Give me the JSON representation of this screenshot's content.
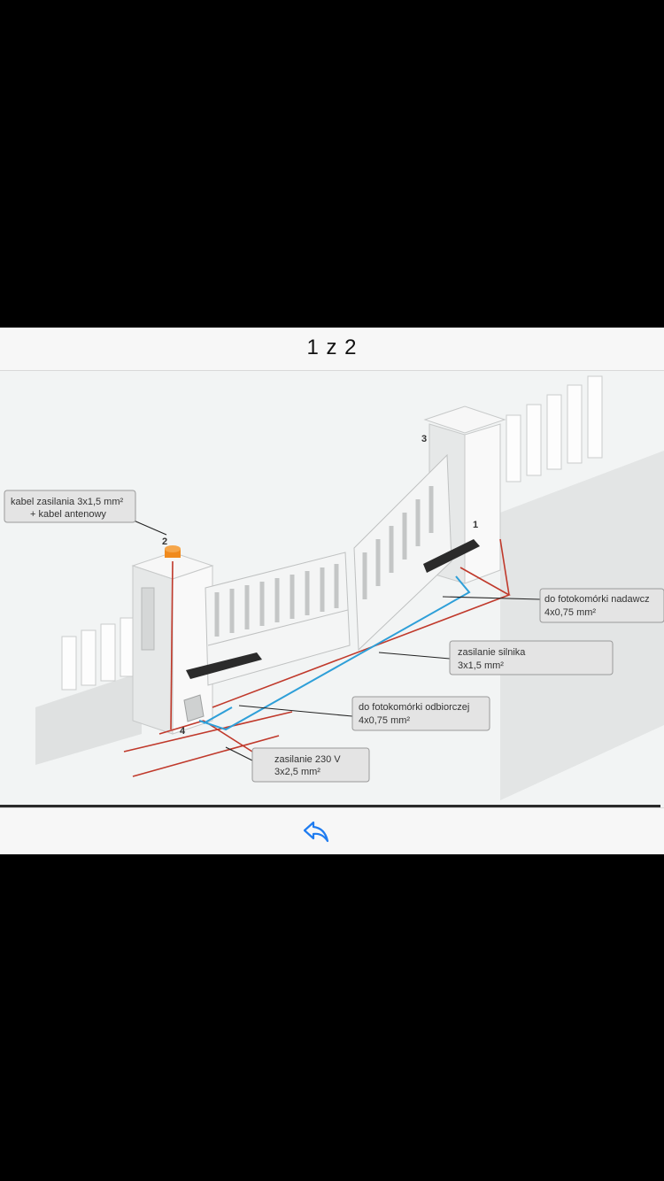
{
  "viewer": {
    "page_counter": "1 z 2"
  },
  "diagram": {
    "labels": {
      "power_cable": [
        "kabel zasilania 3x1,5 mm²",
        "+ kabel antenowy"
      ],
      "photocell_transmitter": [
        "do fotokomórki nadawcz",
        "4x0,75 mm²"
      ],
      "motor_power": [
        "zasilanie silnika",
        "3x1,5 mm²"
      ],
      "photocell_receiver": [
        "do fotokomórki odbiorczej",
        "4x0,75 mm²"
      ],
      "mains_power": [
        "zasilanie 230 V",
        "3x2,5 mm²"
      ]
    },
    "numbers": {
      "lamp": "2",
      "right_photocell": "3",
      "right_motor": "1",
      "control_box": "4"
    },
    "colors": {
      "cable_red": "#c0392b",
      "cable_blue": "#2e9fd8",
      "label_bg": "#e4e4e4",
      "wall": "#e9eaea"
    }
  },
  "footer": {
    "reply_icon": "reply-arrow-icon",
    "reply_color": "#1f7cf0"
  }
}
